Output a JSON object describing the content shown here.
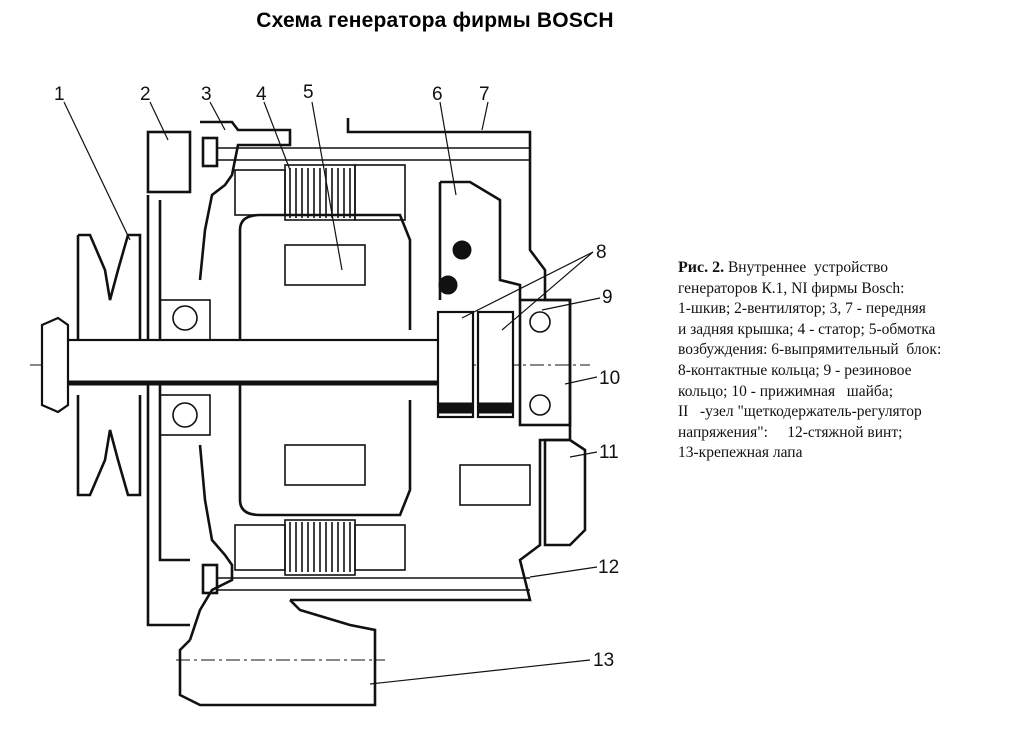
{
  "title": "Схема генератора фирмы  BOSCH",
  "labels": [
    "1",
    "2",
    "3",
    "4",
    "5",
    "6",
    "7",
    "8",
    "9",
    "10",
    "11",
    "12",
    "13"
  ],
  "caption": {
    "figure_ref": "Рис. 2.",
    "lines": [
      " Внутреннее  устройство",
      "генераторов К.1, NI фирмы Bosch:",
      "1-шкив; 2-вентилятор; 3, 7 - передняя",
      "и задняя крышка; 4 - статор; 5-обмотка",
      "возбуждения: 6-выпрямительный  блок:",
      "8-контактные кольца; 9 - резиновое",
      "кольцо; 10 - прижимная   шайба;",
      "II   -узел \"щеткодержатель-регулятор",
      "напряжения\":     12-стяжной винт;",
      "13-крепежная лапа"
    ]
  }
}
